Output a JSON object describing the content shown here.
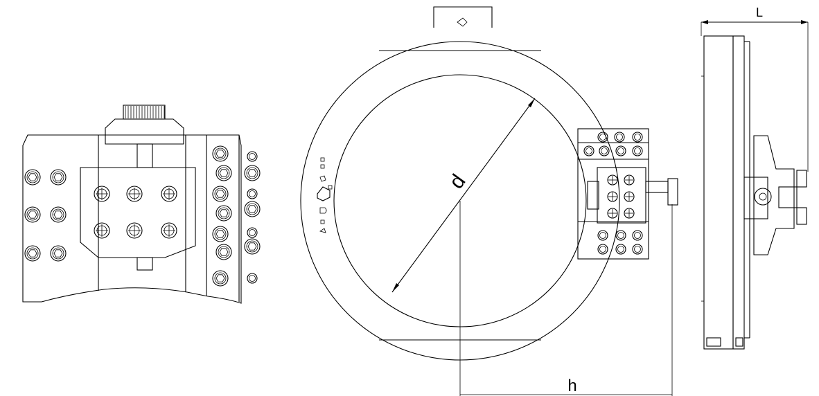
{
  "dimensions": {
    "diameter_label": "d",
    "height_label": "h",
    "length_label": "L"
  }
}
